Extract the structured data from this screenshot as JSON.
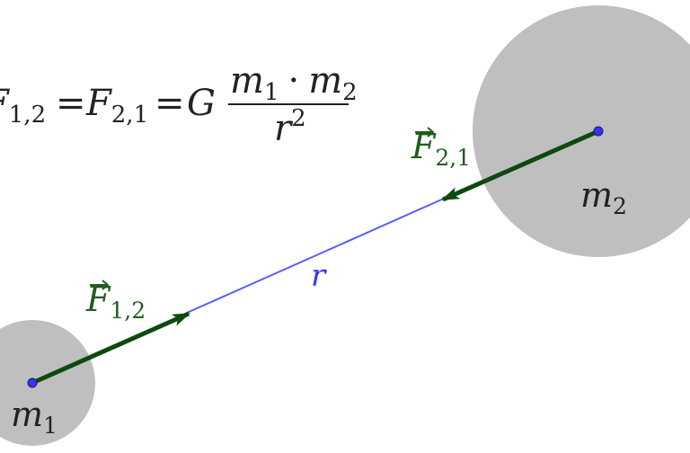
{
  "formula": {
    "lhs_symbol": "F",
    "lhs_subscript": "1,2",
    "equals": "=",
    "mid_symbol": "F",
    "mid_subscript": "2,1",
    "equals2": "=",
    "constant": "G",
    "numerator_m1": "m",
    "numerator_m1_sub": "1",
    "dot": "·",
    "numerator_m2": "m",
    "numerator_m2_sub": "2",
    "denominator": "r",
    "denominator_exp": "2"
  },
  "masses": {
    "m1": {
      "symbol": "m",
      "subscript": "1"
    },
    "m2": {
      "symbol": "m",
      "subscript": "2"
    }
  },
  "forces": {
    "f12": {
      "symbol": "F",
      "subscript": "1,2"
    },
    "f21": {
      "symbol": "F",
      "subscript": "2,1"
    }
  },
  "distance": {
    "label": "r"
  },
  "colors": {
    "body_fill": "#bfbfbf",
    "force_color": "#0d4a0d",
    "force_label_color": "#1f5c1f",
    "distance_color": "#5b5bff",
    "point_color": "#3333ff",
    "text_color": "#222222"
  }
}
